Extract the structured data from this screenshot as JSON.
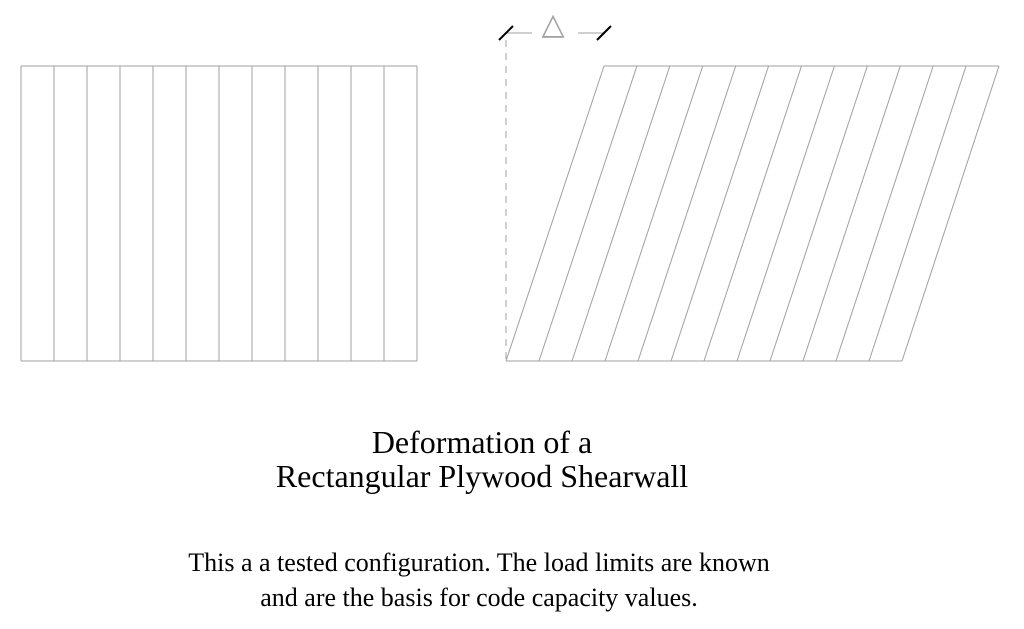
{
  "diagram": {
    "undeformed_panel_count": 12,
    "deformed_panel_count": 12,
    "delta_symbol": "△",
    "line_color": "#a0a0a0",
    "tick_color": "#000000"
  },
  "title": {
    "line1": "Deformation of a",
    "line2": "Rectangular Plywood Shearwall"
  },
  "caption": {
    "line1": "This a a tested configuration.  The load limits are known",
    "line2": "and are the basis for code capacity values."
  }
}
